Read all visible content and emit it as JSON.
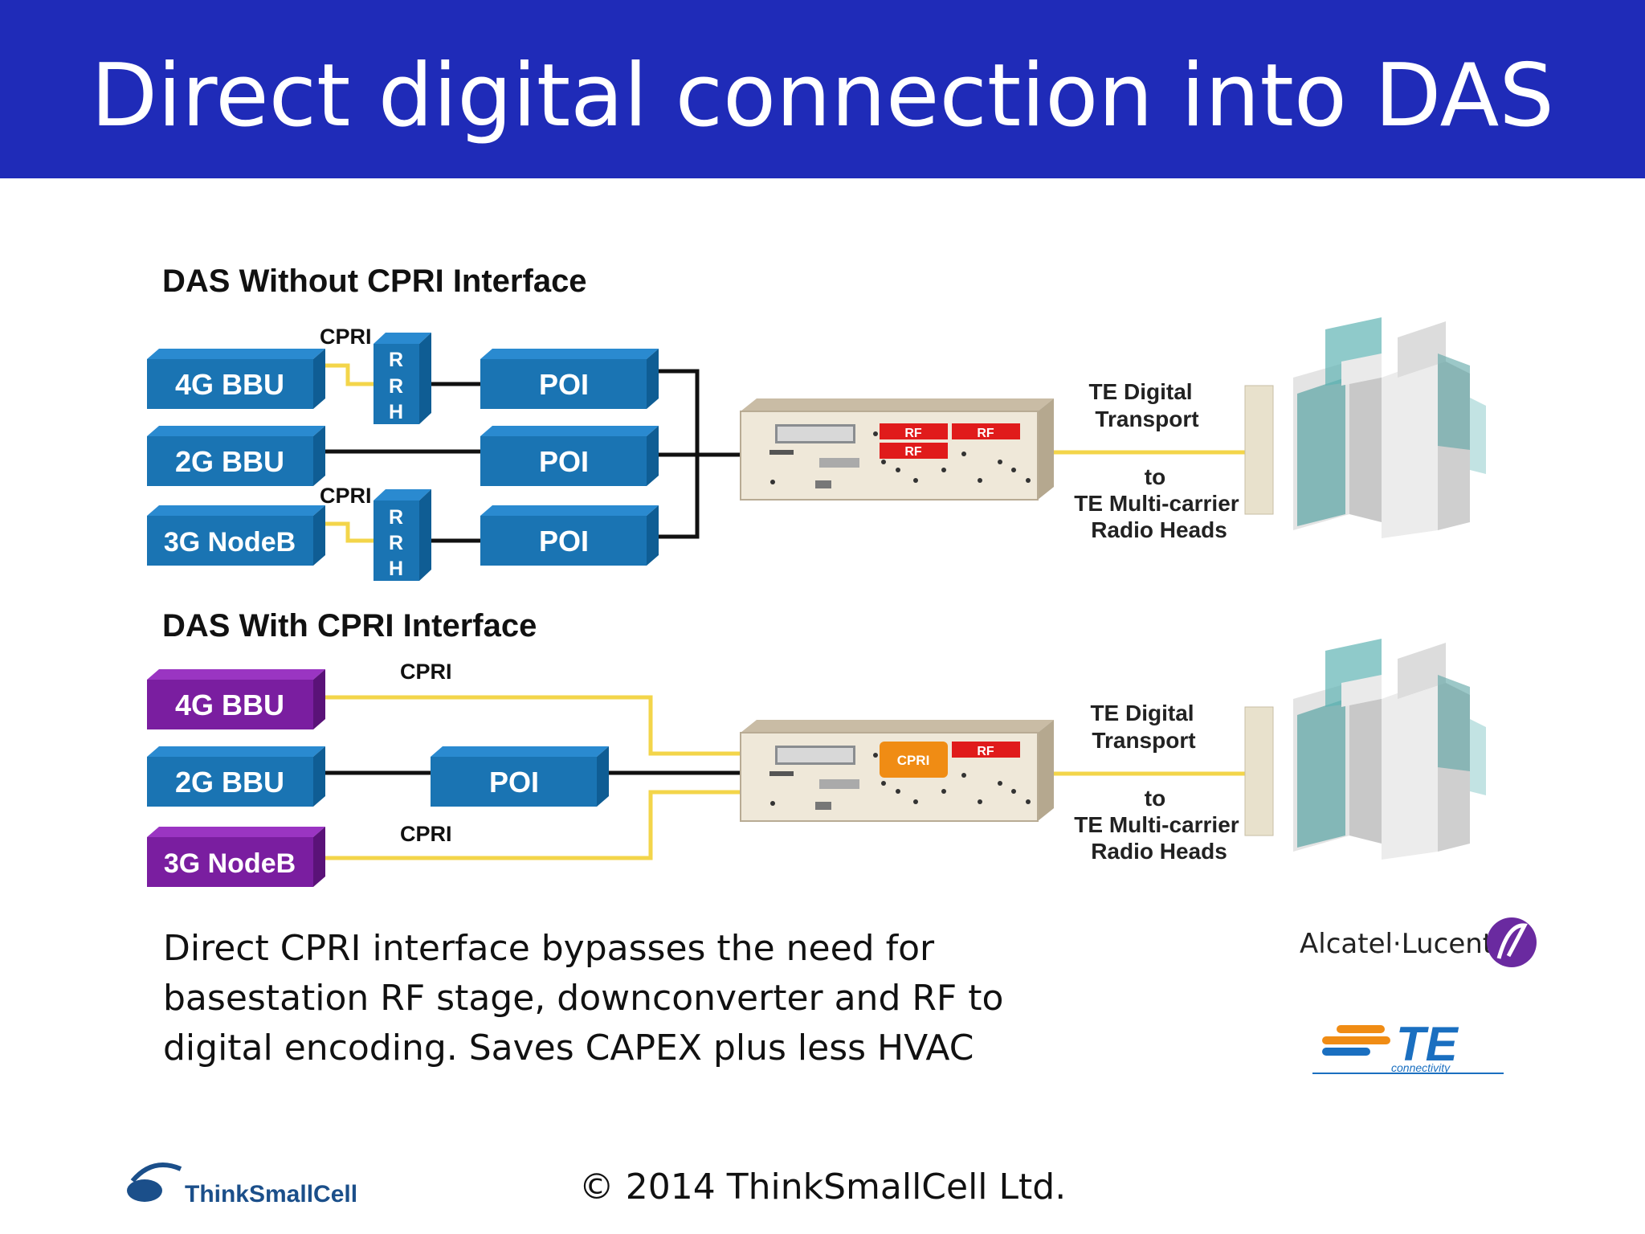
{
  "slide": {
    "title": "Direct digital connection into DAS",
    "copyright": "© 2014 ThinkSmallCell Ltd.",
    "caption_lines": [
      "Direct CPRI interface bypasses the need for",
      "basestation RF stage, downconverter and RF to",
      "digital encoding. Saves CAPEX plus less HVAC"
    ]
  },
  "top": {
    "heading": "DAS Without CPRI Interface",
    "bbu_4g": "4G BBU",
    "bbu_2g": "2G BBU",
    "nodeb_3g": "3G NodeB",
    "cpri_1": "CPRI",
    "cpri_2": "CPRI",
    "rrh_letters": [
      "R",
      "R",
      "H"
    ],
    "poi_1": "POI",
    "poi_2": "POI",
    "poi_3": "POI",
    "rf_1": "RF",
    "rf_2": "RF",
    "rf_3": "RF",
    "transport_1": "TE Digital",
    "transport_2": "Transport",
    "to": "to",
    "radio_1": "TE Multi-carrier",
    "radio_2": "Radio Heads"
  },
  "bottom": {
    "heading": "DAS With CPRI Interface",
    "bbu_4g": "4G BBU",
    "bbu_2g": "2G BBU",
    "nodeb_3g": "3G NodeB",
    "cpri_1": "CPRI",
    "cpri_2": "CPRI",
    "poi": "POI",
    "cpri_card": "CPRI",
    "rf": "RF",
    "transport_1": "TE Digital",
    "transport_2": "Transport",
    "to": "to",
    "radio_1": "TE Multi-carrier",
    "radio_2": "Radio Heads"
  },
  "logos": {
    "alcatel": "Alcatel·Lucent",
    "te": "TE",
    "te_sub": "connectivity",
    "tsc": "ThinkSmallCell"
  },
  "colors": {
    "title_bg": "#1f2bb8",
    "blue_box": "#1a74b3",
    "purple_box": "#7a1ea0",
    "cpri_line": "#f3d54a",
    "rf_card": "#e01b1b",
    "cpri_card": "#f08c14"
  }
}
